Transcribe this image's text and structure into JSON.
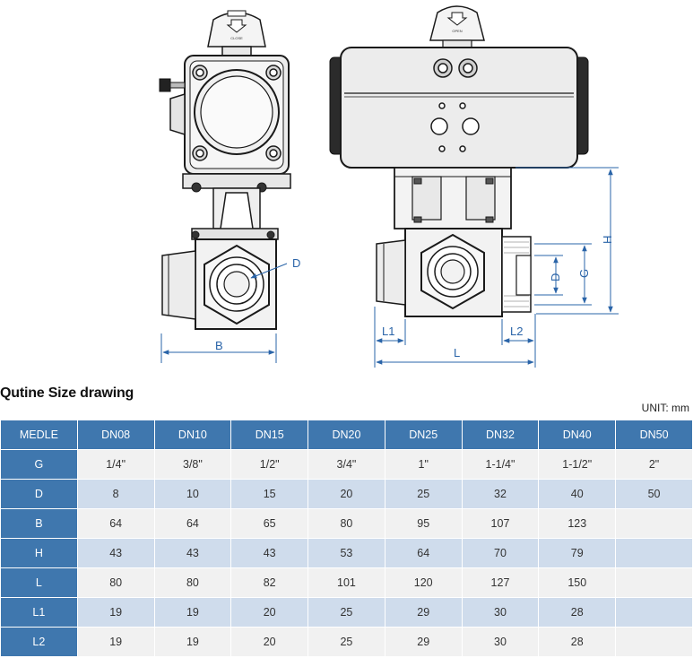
{
  "drawing": {
    "left_view": {
      "indicator_text": "CLOSE",
      "dim_labels": [
        "D",
        "B"
      ]
    },
    "right_view": {
      "indicator_text": "OPEN",
      "dim_labels": [
        "H",
        "D",
        "G",
        "L1",
        "L2",
        "L"
      ]
    }
  },
  "section_title": "Qutine Size drawing",
  "unit_label": "UNIT: mm",
  "table": {
    "header_label": "MEDLE",
    "columns": [
      "DN08",
      "DN10",
      "DN15",
      "DN20",
      "DN25",
      "DN32",
      "DN40",
      "DN50"
    ],
    "rows": [
      {
        "label": "G",
        "values": [
          "1/4\"",
          "3/8\"",
          "1/2\"",
          "3/4\"",
          "1\"",
          "1-1/4\"",
          "1-1/2\"",
          "2\""
        ]
      },
      {
        "label": "D",
        "values": [
          "8",
          "10",
          "15",
          "20",
          "25",
          "32",
          "40",
          "50"
        ]
      },
      {
        "label": "B",
        "values": [
          "64",
          "64",
          "65",
          "80",
          "95",
          "107",
          "123",
          ""
        ]
      },
      {
        "label": "H",
        "values": [
          "43",
          "43",
          "43",
          "53",
          "64",
          "70",
          "79",
          ""
        ]
      },
      {
        "label": "L",
        "values": [
          "80",
          "80",
          "82",
          "101",
          "120",
          "127",
          "150",
          ""
        ]
      },
      {
        "label": "L1",
        "values": [
          "19",
          "19",
          "20",
          "25",
          "29",
          "30",
          "28",
          ""
        ]
      },
      {
        "label": "L2",
        "values": [
          "19",
          "19",
          "20",
          "25",
          "29",
          "30",
          "28",
          ""
        ]
      }
    ]
  },
  "colors": {
    "header_blue": "#3f77ae",
    "row_light": "#f1f1f1",
    "row_blue": "#cfdcec",
    "dimension_blue": "#2a64a8"
  }
}
